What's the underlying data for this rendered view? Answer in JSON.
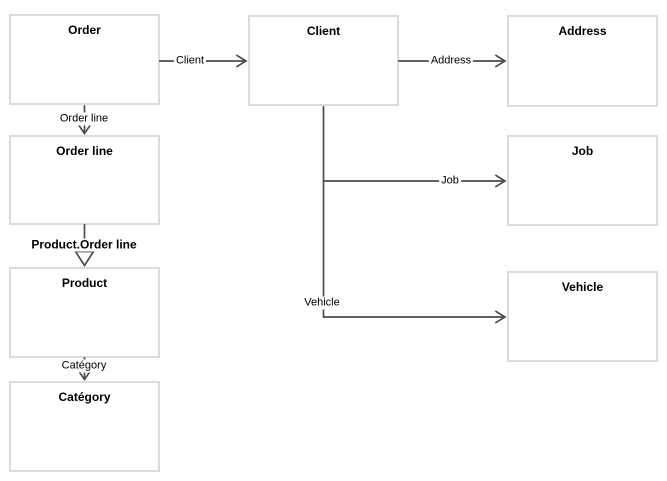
{
  "diagram": {
    "colors": {
      "canvas_background": "#ffffff",
      "entity_border": "#dbdbdb",
      "entity_fill": "#ffffff",
      "connector": "#4d4d4d",
      "text": "#000000"
    },
    "entities": {
      "order": {
        "title": "Order"
      },
      "client": {
        "title": "Client"
      },
      "address": {
        "title": "Address"
      },
      "order_line": {
        "title": "Order line"
      },
      "job": {
        "title": "Job"
      },
      "product": {
        "title": "Product"
      },
      "vehicle": {
        "title": "Vehicle"
      },
      "category": {
        "title": "Catégory"
      }
    },
    "edges": {
      "order_to_client": {
        "label": "Client"
      },
      "client_to_address": {
        "label": "Address"
      },
      "order_to_order_line": {
        "label": "Order line"
      },
      "client_to_job": {
        "label": "Job"
      },
      "client_to_vehicle": {
        "label": "Vehicle"
      },
      "order_line_to_product": {
        "label": "Product.Order line"
      },
      "product_to_category": {
        "label": "Catégory"
      }
    }
  }
}
